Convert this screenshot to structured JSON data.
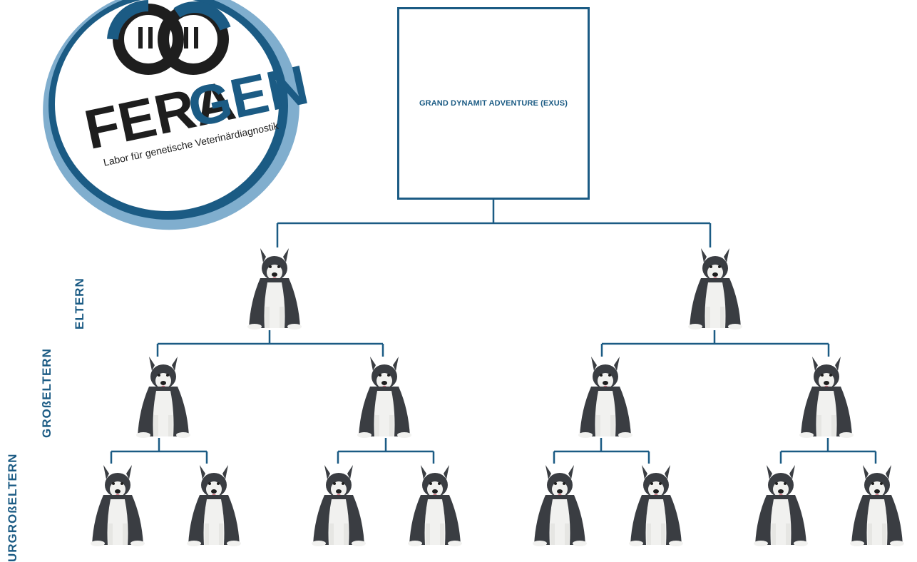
{
  "logo": {
    "brand_dark": "FERA",
    "brand_accent": "GEN",
    "tagline": "Labor für genetische Veterinärdiagnostik"
  },
  "pedigree": {
    "subject": "GRAND DYNAMIT ADVENTURE (EXUS)",
    "generation_labels": {
      "parents": "ELTERN",
      "grandparents": "GROßELTERN",
      "great_grandparents": "URGROßELTERN"
    },
    "ancestor_icon": "husky-dog-icon"
  },
  "colors": {
    "primary": "#1b5b84",
    "logo_ring_light": "#5b93bd",
    "logo_dark": "#1e1e1e",
    "dog_dark": "#3a3d42",
    "dog_light": "#f1f1ef"
  }
}
